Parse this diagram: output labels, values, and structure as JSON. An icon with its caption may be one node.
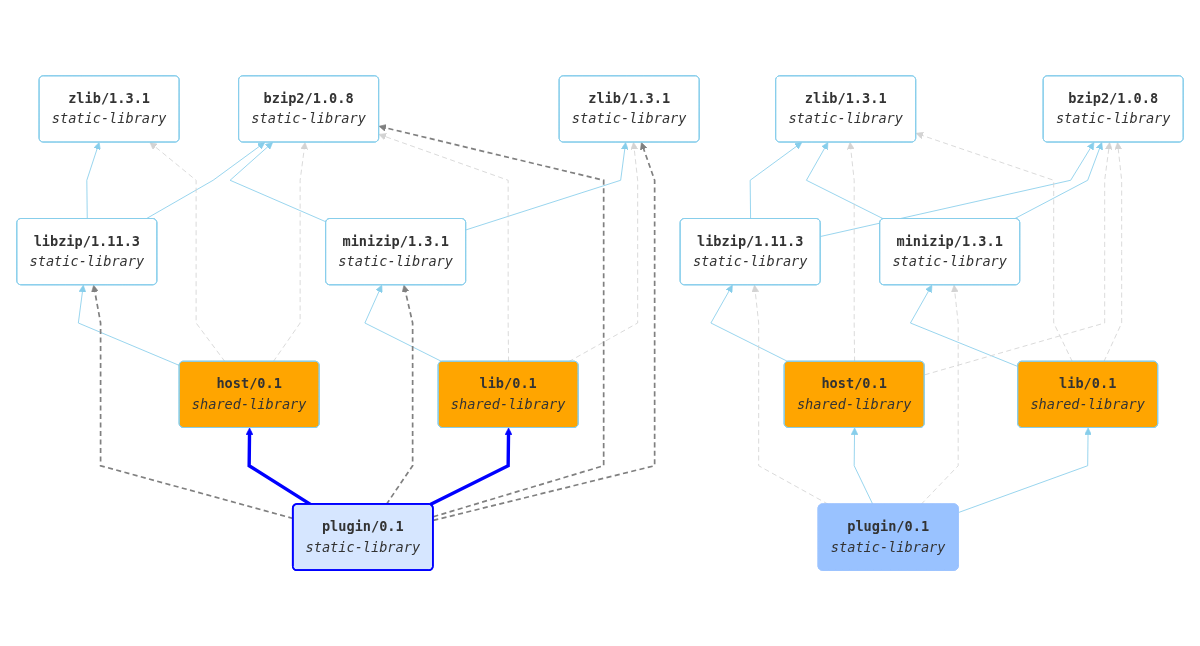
{
  "diagram": {
    "nodes": [
      {
        "text": [
          "zlib/1.3.1",
          "static-library"
        ]
      },
      {
        "text": [
          "bzip2/1.0.8",
          "static-library"
        ]
      },
      {
        "text": [
          "zlib/1.3.1",
          "static-library"
        ]
      },
      {
        "text": [
          "libzip/1.11.3",
          "static-library"
        ]
      },
      {
        "text": [
          "minizip/1.3.1",
          "static-library"
        ]
      },
      {
        "text": [
          "host/0.1",
          "shared-library"
        ]
      },
      {
        "text": [
          "lib/0.1",
          "shared-library"
        ]
      },
      {
        "text": [
          "plugin/0.1",
          "static-library"
        ]
      },
      {
        "text": [
          "zlib/1.3.1",
          "static-library"
        ]
      },
      {
        "text": [
          "bzip2/1.0.8",
          "static-library"
        ]
      },
      {
        "text": [
          "libzip/1.11.3",
          "static-library"
        ]
      },
      {
        "text": [
          "minizip/1.3.1",
          "static-library"
        ]
      },
      {
        "text": [
          "host/0.1",
          "shared-library"
        ]
      },
      {
        "text": [
          "lib/0.1",
          "shared-library"
        ]
      },
      {
        "text": [
          "plugin/0.1",
          "static-library"
        ]
      }
    ],
    "edges": [
      {
        "from": 3,
        "to": 0,
        "arrow": "to"
      },
      {
        "from": 3,
        "to": 1,
        "arrow": "to"
      },
      {
        "from": 4,
        "to": 1,
        "arrow": "to"
      },
      {
        "from": 4,
        "to": 2,
        "arrow": "to"
      },
      {
        "from": 5,
        "to": 3,
        "arrow": "to"
      },
      {
        "from": 5,
        "to": 0,
        "arrow": "to",
        "style": "dashed",
        "color": "#d3d3d3"
      },
      {
        "from": 5,
        "to": 1,
        "arrow": "to",
        "style": "dashed",
        "color": "#d3d3d3"
      },
      {
        "from": 6,
        "to": 4,
        "arrow": "to"
      },
      {
        "from": 6,
        "to": 1,
        "arrow": "to",
        "style": "dashed",
        "color": "#d3d3d3"
      },
      {
        "from": 6,
        "to": 2,
        "arrow": "to",
        "style": "dashed",
        "color": "#d3d3d3"
      },
      {
        "from": 7,
        "to": 5,
        "arrow": "to",
        "style": "thick",
        "color": "#0000ff"
      },
      {
        "from": 7,
        "to": 6,
        "arrow": "to",
        "style": "thick",
        "color": "#0000ff"
      },
      {
        "from": 7,
        "to": 3,
        "arrow": "to",
        "style": "dashed",
        "color": "#808080"
      },
      {
        "from": 7,
        "to": 1,
        "arrow": "to",
        "style": "dashed",
        "color": "#808080"
      },
      {
        "from": 7,
        "to": 4,
        "arrow": "to",
        "style": "dashed",
        "color": "#808080"
      },
      {
        "from": 7,
        "to": 2,
        "arrow": "to",
        "style": "dashed",
        "color": "#808080"
      },
      {
        "from": 10,
        "to": 8,
        "arrow": "to"
      },
      {
        "from": 10,
        "to": 9,
        "arrow": "to"
      },
      {
        "from": 11,
        "to": 8,
        "arrow": "to"
      },
      {
        "from": 11,
        "to": 9,
        "arrow": "to"
      },
      {
        "from": 12,
        "to": 10,
        "arrow": "to"
      },
      {
        "from": 13,
        "to": 11,
        "arrow": "to"
      },
      {
        "from": 12,
        "to": 8,
        "arrow": "to",
        "style": "dashed",
        "color": "#d3d3d3"
      },
      {
        "from": 12,
        "to": 9,
        "arrow": "to",
        "style": "dashed",
        "color": "#d3d3d3"
      },
      {
        "from": 13,
        "to": 8,
        "arrow": "to",
        "style": "dashed",
        "color": "#d3d3d3"
      },
      {
        "from": 13,
        "to": 9,
        "arrow": "to",
        "style": "dashed",
        "color": "#d3d3d3"
      },
      {
        "from": 14,
        "to": 12,
        "arrow": "to"
      },
      {
        "from": 14,
        "to": 13,
        "arrow": "to"
      },
      {
        "from": 14,
        "to": 10,
        "arrow": "to",
        "style": "dashed",
        "color": "#d3d3d3"
      },
      {
        "from": 14,
        "to": 11,
        "arrow": "to",
        "style": "dashed",
        "color": "#d3d3d3"
      }
    ]
  }
}
